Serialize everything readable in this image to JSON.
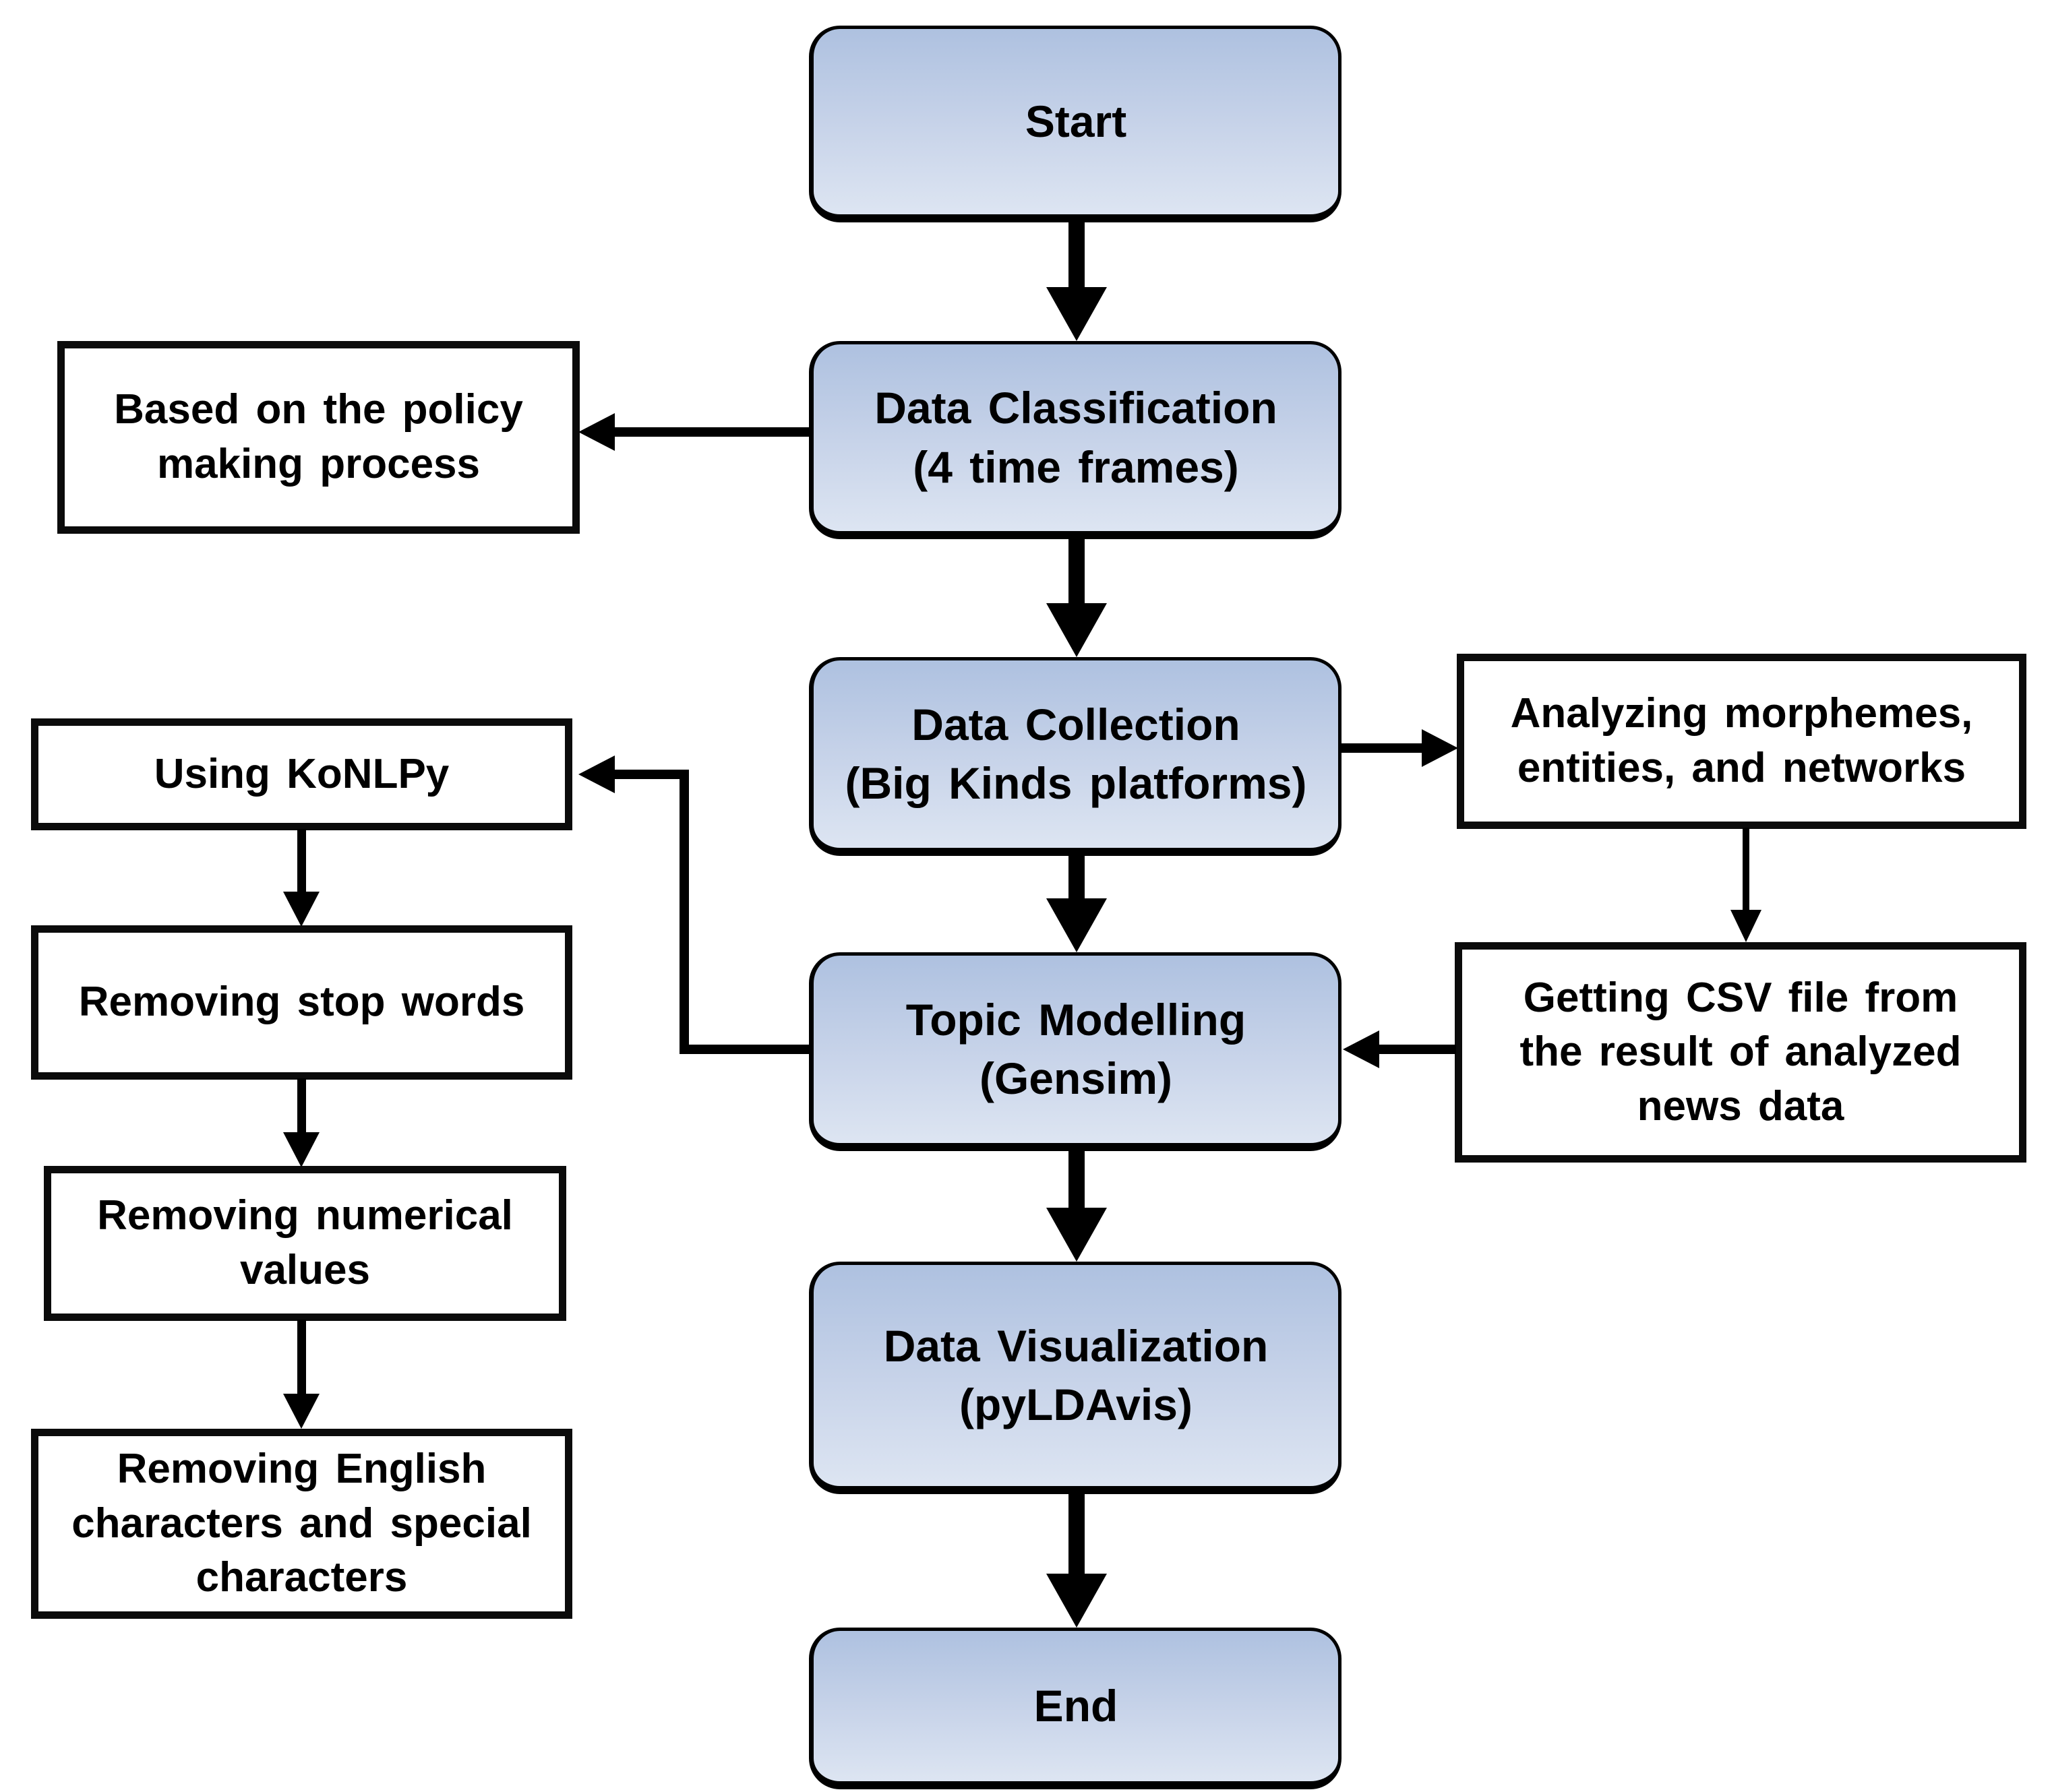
{
  "diagram": {
    "type": "flowchart",
    "background": "#ffffff",
    "colors": {
      "process_fill_top": "#aec1e0",
      "process_fill_bottom": "#dde5f2",
      "process_border": "#000000",
      "annotation_fill": "#ffffff",
      "annotation_border": "#0b0b0b",
      "arrow": "#000000",
      "text": "#000000"
    },
    "nodes": {
      "start": {
        "label": "Start",
        "shape": "rounded"
      },
      "data_classification": {
        "label": "Data Classification\n(4 time frames)",
        "shape": "rounded"
      },
      "based_on_policy": {
        "label": "Based on the policy\nmaking process",
        "shape": "rect"
      },
      "data_collection": {
        "label": "Data Collection\n(Big Kinds platforms)",
        "shape": "rounded"
      },
      "analyzing_morphemes": {
        "label": "Analyzing morphemes,\nentities, and networks",
        "shape": "rect"
      },
      "topic_modelling": {
        "label": "Topic Modelling\n(Gensim)",
        "shape": "rounded"
      },
      "getting_csv": {
        "label": "Getting CSV file from\nthe result of analyzed\nnews data",
        "shape": "rect"
      },
      "using_konlpy": {
        "label": "Using KoNLPy",
        "shape": "rect"
      },
      "removing_stop_words": {
        "label": "Removing stop words",
        "shape": "rect"
      },
      "removing_numerical": {
        "label": "Removing numerical\nvalues",
        "shape": "rect"
      },
      "removing_english": {
        "label": "Removing English\ncharacters and special\ncharacters",
        "shape": "rect"
      },
      "data_visualization": {
        "label": "Data Visualization\n(pyLDAvis)",
        "shape": "rounded"
      },
      "end": {
        "label": "End",
        "shape": "rounded"
      }
    },
    "edges": [
      {
        "from": "start",
        "to": "data_classification",
        "style": "thick-down-arrow"
      },
      {
        "from": "data_classification",
        "to": "based_on_policy",
        "style": "thin-left-arrow"
      },
      {
        "from": "data_classification",
        "to": "data_collection",
        "style": "thick-down-arrow"
      },
      {
        "from": "data_collection",
        "to": "analyzing_morphemes",
        "style": "thin-right-arrow"
      },
      {
        "from": "data_collection",
        "to": "topic_modelling",
        "style": "thick-down-arrow"
      },
      {
        "from": "analyzing_morphemes",
        "to": "getting_csv",
        "style": "thin-down-arrow"
      },
      {
        "from": "getting_csv",
        "to": "topic_modelling",
        "style": "thin-left-arrow"
      },
      {
        "from": "topic_modelling",
        "to": "using_konlpy",
        "style": "elbow-left-up-arrow"
      },
      {
        "from": "using_konlpy",
        "to": "removing_stop_words",
        "style": "thin-down-arrow"
      },
      {
        "from": "removing_stop_words",
        "to": "removing_numerical",
        "style": "thin-down-arrow"
      },
      {
        "from": "removing_numerical",
        "to": "removing_english",
        "style": "thin-down-arrow"
      },
      {
        "from": "topic_modelling",
        "to": "data_visualization",
        "style": "thick-down-arrow"
      },
      {
        "from": "data_visualization",
        "to": "end",
        "style": "thick-down-arrow"
      }
    ]
  }
}
